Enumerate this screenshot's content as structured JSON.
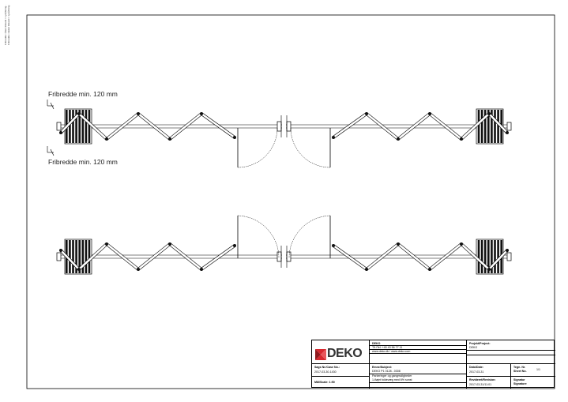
{
  "sidenote": {
    "line1": "Fribredde i åben tilstand = Lysåbning -",
    "line2": "Fribredde i lukket tilstand = Lysåbning"
  },
  "dimensions": {
    "label_top": "Fribredde min. 120 mm",
    "label_bottom": "Fribredde min. 120 mm"
  },
  "title_block": {
    "logo_text_prefix": "",
    "logo_text": "DEKO",
    "company_name": "DEKO",
    "company_phone": "Tlf./Tel: +45 43 56 77 11",
    "company_web": "www.deko.dk / www.deko.com",
    "project_label": "Projekt/Project:",
    "project_value": "DEKO",
    "case_label": "Sags Nr./Case No.:",
    "case_value": "2017-03-30-1430",
    "subject_label": "Emne/Subject:",
    "subject_value_1": "DEKO P1 0128 - 0308",
    "subject_value_2": "Parkeringer og gangmuligheder",
    "subject_value_3": "1-fløjet foldevæg med 6% sonst",
    "date_label": "Dato/Date:",
    "date_value": "2017-03-31",
    "sheet_label": "Tegn. Nr.",
    "sheet_label_2": "Sheet No.",
    "sheet_value": "1/1",
    "scale_label": "Mål/Scale: 1:50",
    "revision_label": "Revideret/Revision:",
    "revision_value": "2017-03-31/11:01",
    "signature_label": "Signatur",
    "signature_label_2": "Signature"
  }
}
